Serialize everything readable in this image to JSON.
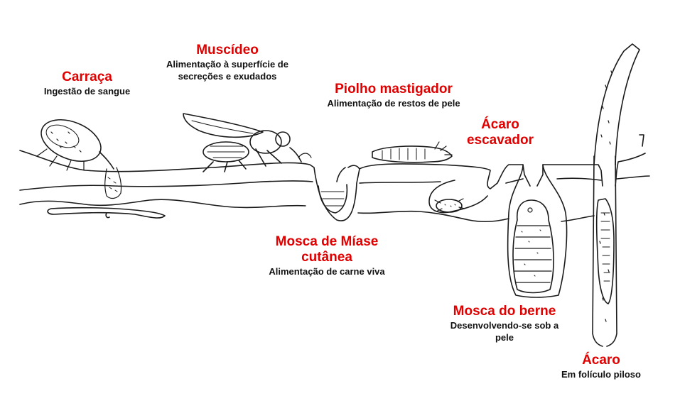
{
  "colors": {
    "title": "#e00000",
    "description": "#111111",
    "line": "#1a1a1a"
  },
  "labels": {
    "tick": {
      "title": "Carraça",
      "desc": "Ingestão de sangue"
    },
    "muscid": {
      "title": "Muscídeo",
      "desc": "Alimentação à superfície de secreções e exudados"
    },
    "chewing_louse": {
      "title": "Piolho mastigador",
      "desc": "Alimentação de restos de pele"
    },
    "burrowing_mite": {
      "title": "Ácaro escavador",
      "desc": ""
    },
    "myiasis_fly": {
      "title": "Mosca de Míase cutânea",
      "desc": "Alimentação de carne viva"
    },
    "warble_fly": {
      "title": "Mosca do berne",
      "desc": "Desenvolvendo-se sob a pele"
    },
    "follicle_mite": {
      "title": "Ácaro",
      "desc": "Em folículo piloso"
    }
  }
}
